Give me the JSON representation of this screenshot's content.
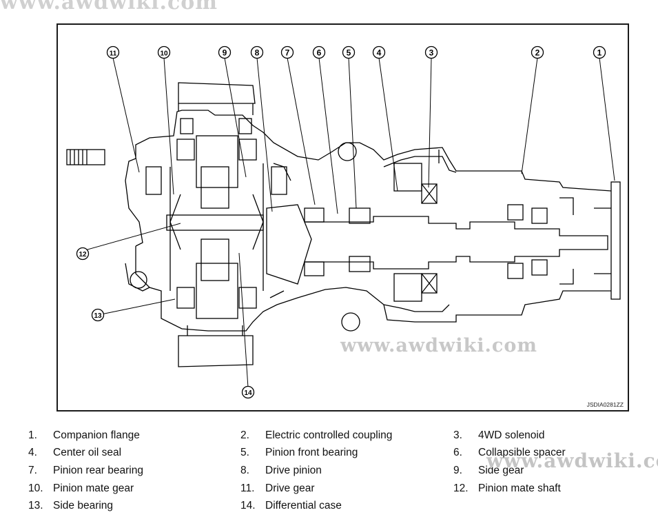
{
  "watermark": {
    "text": "www.awdwiki.com"
  },
  "diagram": {
    "code": "JSDIA0281ZZ",
    "callouts": [
      "1",
      "2",
      "3",
      "4",
      "5",
      "6",
      "7",
      "8",
      "9",
      "10",
      "11",
      "12",
      "13",
      "14"
    ]
  },
  "legend": [
    {
      "num": "1.",
      "label": "Companion flange"
    },
    {
      "num": "2.",
      "label": "Electric controlled coupling"
    },
    {
      "num": "3.",
      "label": "4WD solenoid"
    },
    {
      "num": "4.",
      "label": "Center oil seal"
    },
    {
      "num": "5.",
      "label": "Pinion front bearing"
    },
    {
      "num": "6.",
      "label": "Collapsible spacer"
    },
    {
      "num": "7.",
      "label": "Pinion rear bearing"
    },
    {
      "num": "8.",
      "label": "Drive pinion"
    },
    {
      "num": "9.",
      "label": "Side gear"
    },
    {
      "num": "10.",
      "label": "Pinion mate gear"
    },
    {
      "num": "11.",
      "label": "Drive gear"
    },
    {
      "num": "12.",
      "label": "Pinion mate shaft"
    },
    {
      "num": "13.",
      "label": "Side bearing"
    },
    {
      "num": "14.",
      "label": "Differential case"
    }
  ]
}
